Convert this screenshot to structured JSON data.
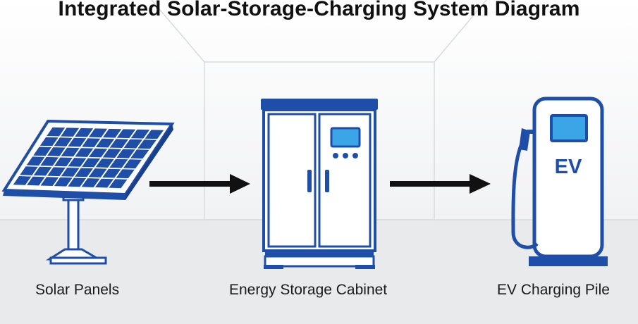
{
  "title": "Integrated Solar-Storage-Charging System Diagram",
  "nodes": [
    {
      "id": "solar",
      "label": "Solar Panels",
      "icon": "solar-panel-icon"
    },
    {
      "id": "storage",
      "label": "Energy Storage Cabinet",
      "icon": "storage-cabinet-icon"
    },
    {
      "id": "ev",
      "label": "EV Charging Pile",
      "icon": "ev-charger-icon",
      "badge": "EV"
    }
  ],
  "edges": [
    {
      "from": "solar",
      "to": "storage"
    },
    {
      "from": "storage",
      "to": "ev"
    }
  ],
  "colors": {
    "primary": "#1f4ea8",
    "screen": "#3aa6e8",
    "panel_cell": "#1f4ea8",
    "background_floor": "#e9eaec",
    "arrow": "#111111"
  }
}
